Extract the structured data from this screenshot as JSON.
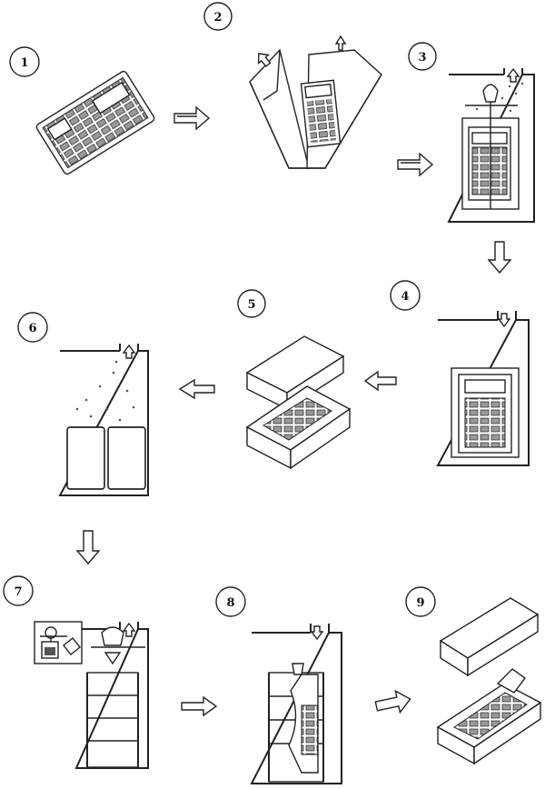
{
  "steps": [
    {
      "number": "1"
    },
    {
      "number": "2"
    },
    {
      "number": "3"
    },
    {
      "number": "4"
    },
    {
      "number": "5"
    },
    {
      "number": "6"
    },
    {
      "number": "7"
    },
    {
      "number": "8"
    },
    {
      "number": "9"
    }
  ],
  "colors": {
    "ink": "#222222",
    "paper": "#ffffff",
    "speckle": "#555555"
  },
  "icons": {
    "flow_arrow": "hollow-block-arrow",
    "vent_out": "up-hollow-arrow",
    "vent_in": "down-hollow-arrow"
  }
}
